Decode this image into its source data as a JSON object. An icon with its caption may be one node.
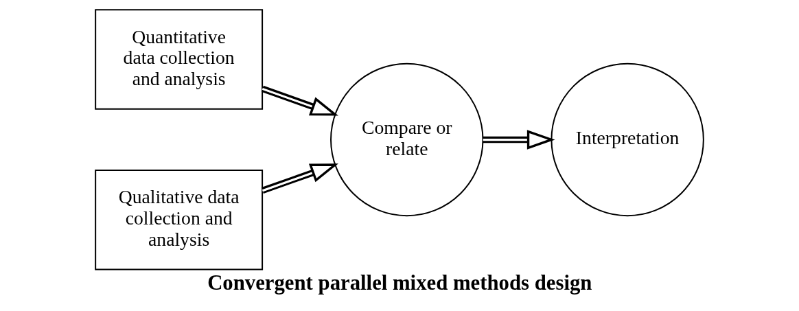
{
  "diagram": {
    "caption": "Convergent parallel mixed methods design",
    "nodes": [
      {
        "text": [
          "Quantitative data collection and analysis"
        ]
      },
      {
        "text": [
          "Qualitative data collection and analysis"
        ]
      },
      {
        "text": [
          "Compare or relate"
        ]
      },
      {
        "text": [
          "Interpretation"
        ]
      }
    ],
    "edges": [
      {
        "from": 0,
        "to": 2,
        "arrow": "to"
      },
      {
        "from": 1,
        "to": 2,
        "arrow": "to"
      },
      {
        "from": 2,
        "to": 3,
        "arrow": "to"
      }
    ]
  }
}
